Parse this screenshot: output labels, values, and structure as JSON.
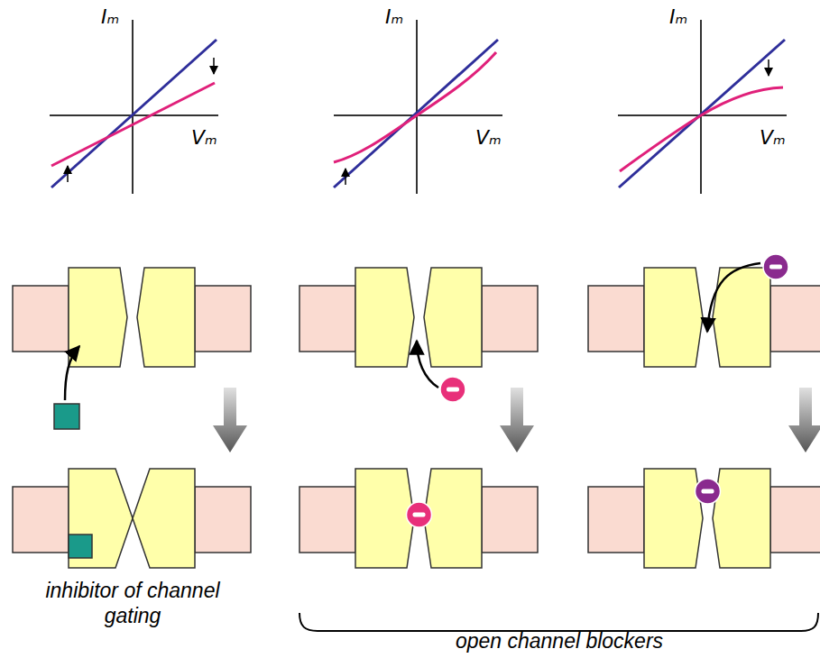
{
  "diagram": {
    "labels": [
      "Iₘ",
      "Vₘ",
      "Iₘ",
      "Vₘ",
      "Iₘ",
      "Vₘ",
      "inhibitor of channel gating",
      "open channel blockers"
    ]
  }
}
